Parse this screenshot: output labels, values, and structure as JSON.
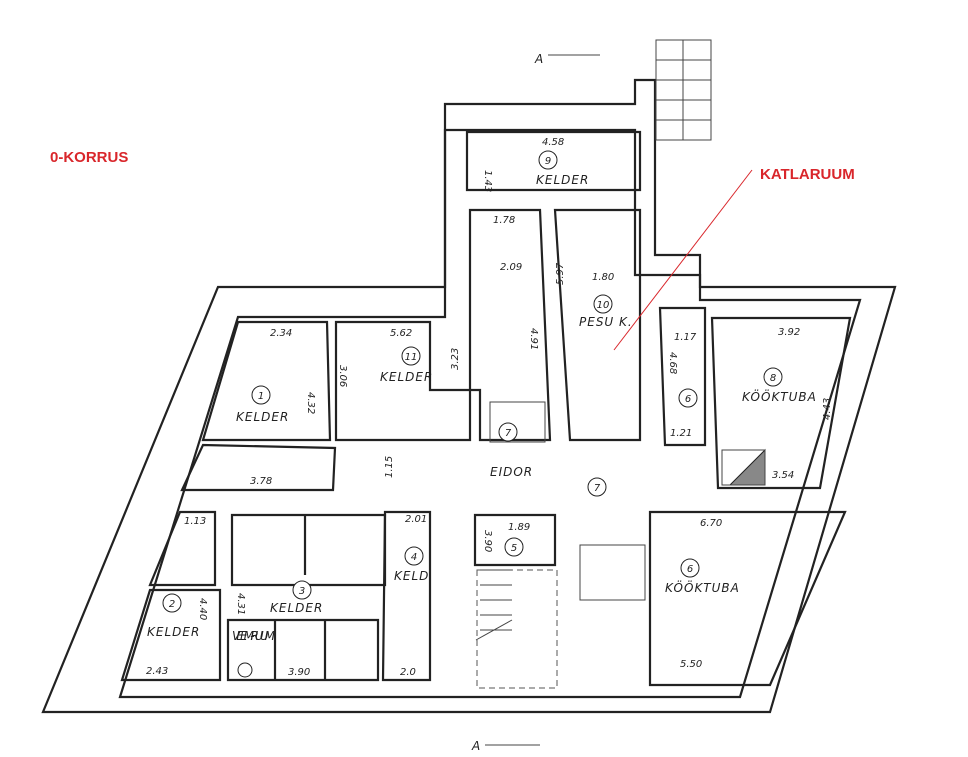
{
  "title": "0-KORRUS",
  "annotation": "KATLARUUM",
  "accent_color": "#d9262b",
  "section_marks": {
    "top": "A",
    "bottom": "A"
  },
  "rooms": [
    {
      "number": "1",
      "name": "KELDER",
      "dims": [
        "2.34",
        "4.32",
        "3.78"
      ]
    },
    {
      "number": "11",
      "name": "KELDER",
      "dims": [
        "5.62",
        "3.06",
        "3.23"
      ]
    },
    {
      "number": "9",
      "name": "KELDER",
      "dims": [
        "4.58",
        "1.43"
      ]
    },
    {
      "number": "",
      "name": "",
      "dims": [
        "1.78",
        "2.09",
        "4.91"
      ]
    },
    {
      "number": "10",
      "name": "PESU K.",
      "dims": [
        "5.97",
        "1.80"
      ]
    },
    {
      "number": "6",
      "name": "",
      "dims": [
        "1.17",
        "4.68",
        "1.21"
      ]
    },
    {
      "number": "8",
      "name": "KÖÖKTUBA",
      "dims": [
        "3.92",
        "4.43",
        "3.54"
      ]
    },
    {
      "number": "7",
      "name": "",
      "dims": []
    },
    {
      "number": "7",
      "name": "EIDOR",
      "dims": [
        "1.15"
      ]
    },
    {
      "number": "6",
      "name": "KÖÖKTUBA",
      "dims": [
        "6.70",
        "5.50"
      ]
    },
    {
      "number": "5",
      "name": "",
      "dims": [
        "1.89",
        "3.90"
      ]
    },
    {
      "number": "4",
      "name": "KELD",
      "dims": [
        "2.01",
        "2.0"
      ]
    },
    {
      "number": "3",
      "name": "KELDER",
      "dims": [
        "4.31",
        "3.90"
      ]
    },
    {
      "number": "2",
      "name": "KELDER",
      "dims": [
        "1.13",
        "4.40",
        "2.43"
      ]
    },
    {
      "number": "",
      "name": "VEEM-RUUM",
      "dims": []
    }
  ]
}
